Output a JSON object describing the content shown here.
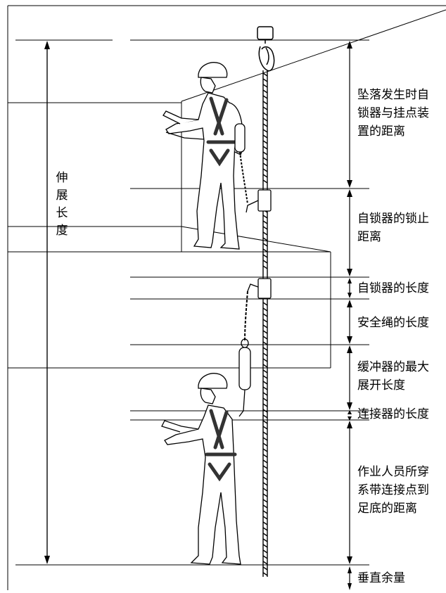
{
  "labels": {
    "extension_length": "伸展长度",
    "lock_to_anchor": "坠落发生时自\n锁器与挂点装\n置的距离",
    "lock_stop_distance": "自锁器的锁止\n距离",
    "lock_length": "自锁器的长度",
    "rope_length": "安全绳的长度",
    "absorber_length": "缓冲器的最大\n展开长度",
    "connector_length": "连接器的长度",
    "harness_to_feet": "作业人员所穿\n系带连接点到\n足底的距离",
    "vertical_clearance": "垂直余量"
  },
  "colors": {
    "line": "#000000",
    "background": "#ffffff",
    "harness": "#333333"
  }
}
